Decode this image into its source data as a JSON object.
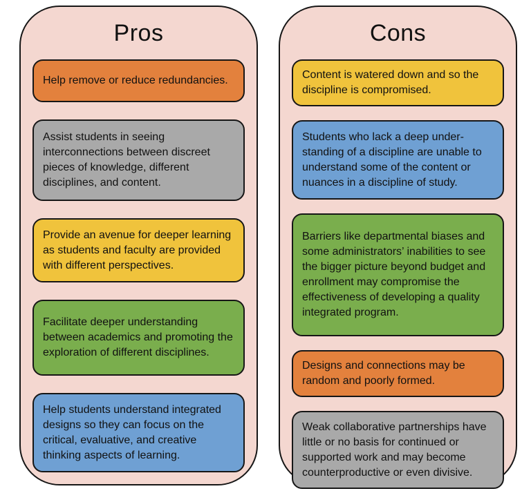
{
  "colors": {
    "page_bg": "#ffffff",
    "panel_fill": "#F4D7D0",
    "panel_border": "#161616",
    "text": "#111111",
    "orange": "#E3813D",
    "gray": "#A9A9A9",
    "yellow": "#F0C33C",
    "green": "#7AAE4D",
    "blue": "#6FA0D3"
  },
  "panels": [
    {
      "title": "Pros",
      "items": [
        {
          "color": "orange",
          "text": "Help remove or reduce redundancies."
        },
        {
          "color": "gray",
          "text": "Assist students in seeing interconnections between discreet pieces of knowledge, different disciplines, and content."
        },
        {
          "color": "yellow",
          "text": "Provide an avenue for deeper learning as students and faculty are provided with different perspectives."
        },
        {
          "color": "green",
          "text": "Facilitate deeper understanding between academics and promoting the exploration of different disciplines."
        },
        {
          "color": "blue",
          "text": "Help students understand integrated designs so they can focus on the critical, evaluative, and creative thinking aspects of learning."
        }
      ]
    },
    {
      "title": "Cons",
      "items": [
        {
          "color": "yellow",
          "text": "Content is watered down and so the discipline is compromised."
        },
        {
          "color": "blue",
          "text": "Students who lack a deep under-standing of a discipline are unable to understand some of the content or nuances in a discipline of study."
        },
        {
          "color": "green",
          "text": "Barriers like departmental biases and some administrators’ inabilities to see the bigger picture beyond budget and enrollment may compromise the effectiveness of developing a quality integrated program."
        },
        {
          "color": "orange",
          "text": "Designs and connections may be random and poorly formed."
        },
        {
          "color": "gray",
          "text": "Weak collaborative partnerships have little or no basis for continued or supported work and may become counterproductive or even divisive."
        }
      ]
    }
  ]
}
